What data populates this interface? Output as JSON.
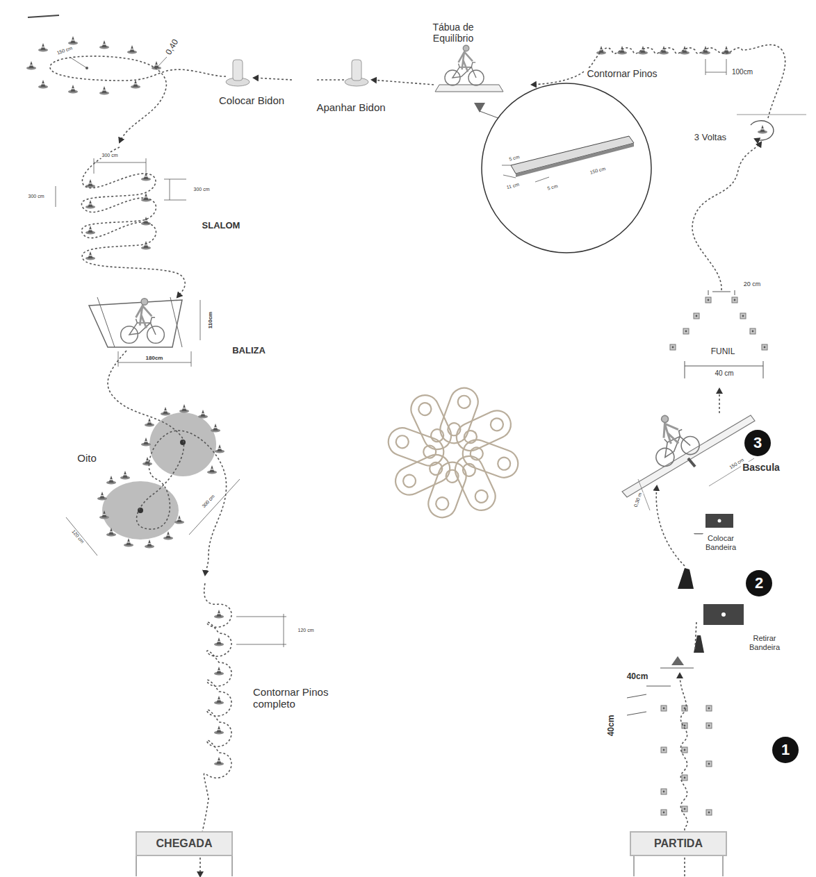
{
  "diagram": {
    "nodes": [
      {
        "text": [
          "PARTIDA"
        ]
      },
      {
        "text": [
          "1"
        ]
      },
      {
        "text": [
          "2"
        ]
      },
      {
        "text": [
          "3"
        ]
      },
      {
        "text": [
          "CHEGADA"
        ]
      }
    ],
    "labels": [
      "Tábua de Equilíbrio",
      "Contornar Pinos",
      "100cm",
      "3 Voltas",
      "Colocar Bidon",
      "Apanhar Bidon",
      "0,40",
      "150 cm",
      "5 cm",
      "11 cm",
      "5 cm",
      "150 cm",
      "300 cm",
      "300 cm",
      "300 cm",
      "SLALOM",
      "110cm",
      "BALIZA",
      "180cm",
      "Oito",
      "120 cm",
      "300 cm",
      "120 cm",
      "Contornar Pinos completo",
      "20 cm",
      "FUNIL",
      "40 cm",
      "150 cm",
      "0,30 m",
      "Bascula",
      "Colocar Bandeira",
      "Retirar Bandeira",
      "40cm",
      "40cm"
    ]
  }
}
